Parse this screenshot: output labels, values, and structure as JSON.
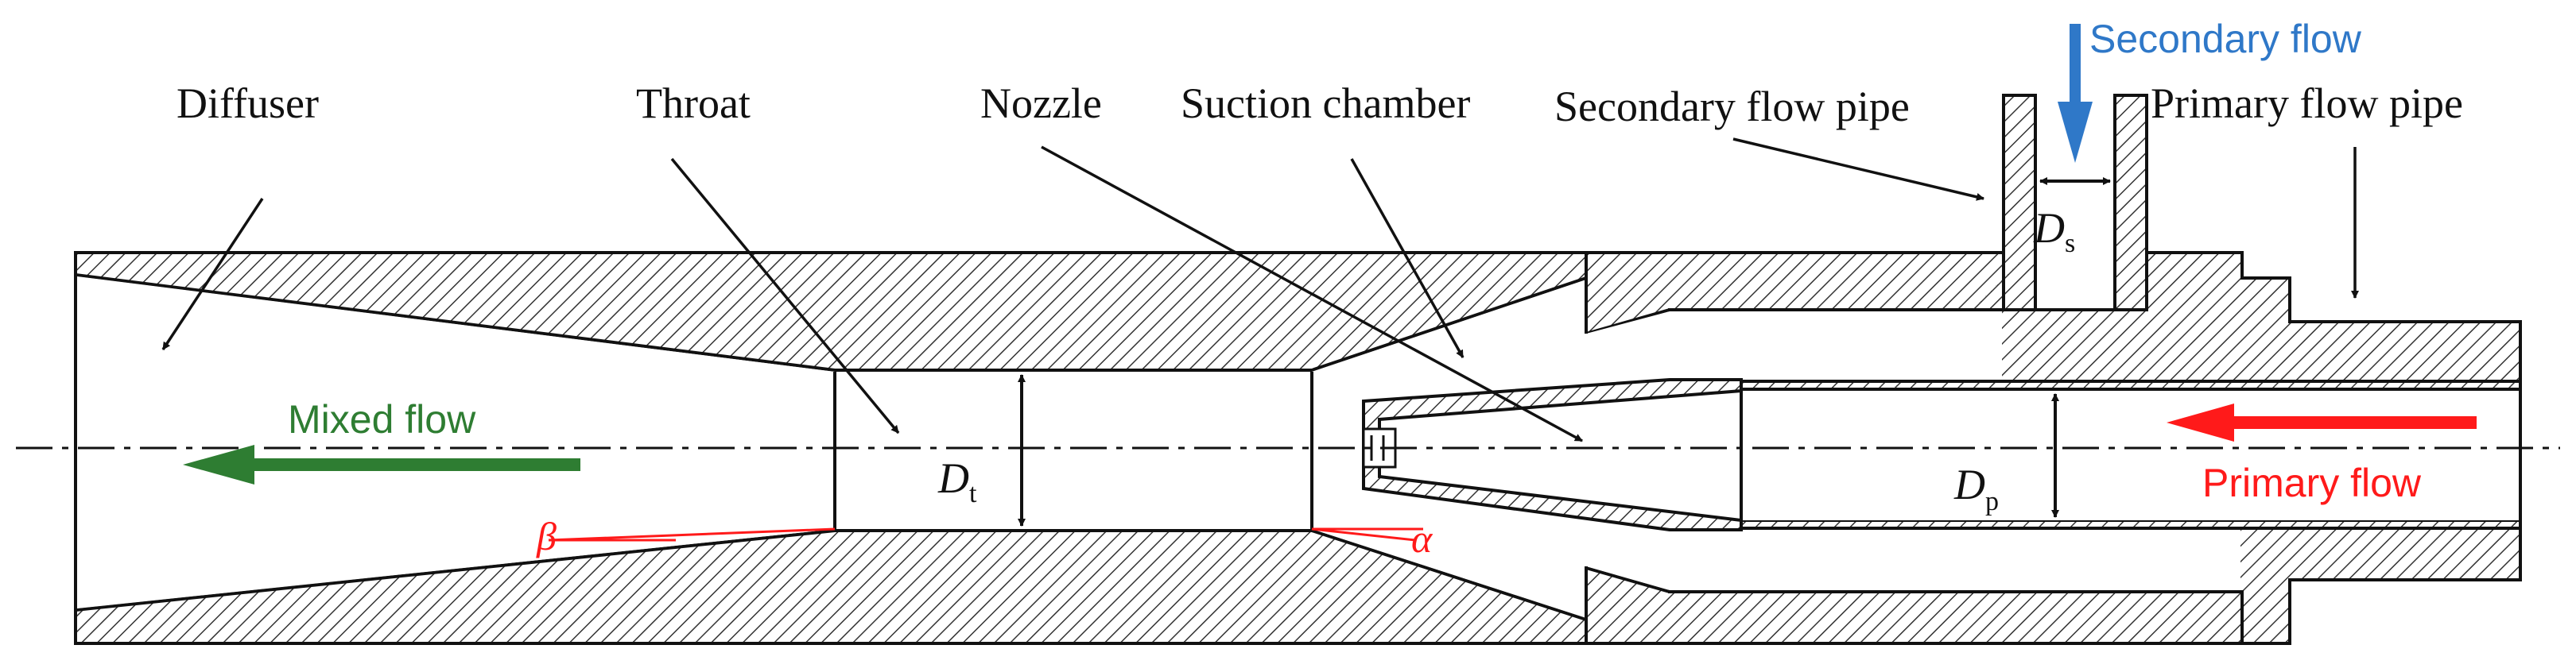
{
  "labels": {
    "diffuser": "Diffuser",
    "throat": "Throat",
    "nozzle": "Nozzle",
    "suction_chamber": "Suction chamber",
    "secondary_flow_pipe": "Secondary flow pipe",
    "primary_flow_pipe": "Primary flow pipe"
  },
  "flows": {
    "secondary": "Secondary flow",
    "mixed": "Mixed flow",
    "primary": "Primary flow"
  },
  "dimensions": {
    "throat": {
      "symbol": "D",
      "subscript": "t"
    },
    "secondary": {
      "symbol": "D",
      "subscript": "s"
    },
    "primary": {
      "symbol": "D",
      "subscript": "p"
    }
  },
  "angles": {
    "beta": "β",
    "alpha": "α"
  },
  "colors": {
    "outline": "#111111",
    "hatch": "#333333",
    "mixed_flow": "#2e7d32",
    "primary_flow": "#ff1a1a",
    "secondary_flow": "#2f78c8",
    "angle_lines": "#ff1a1a"
  }
}
